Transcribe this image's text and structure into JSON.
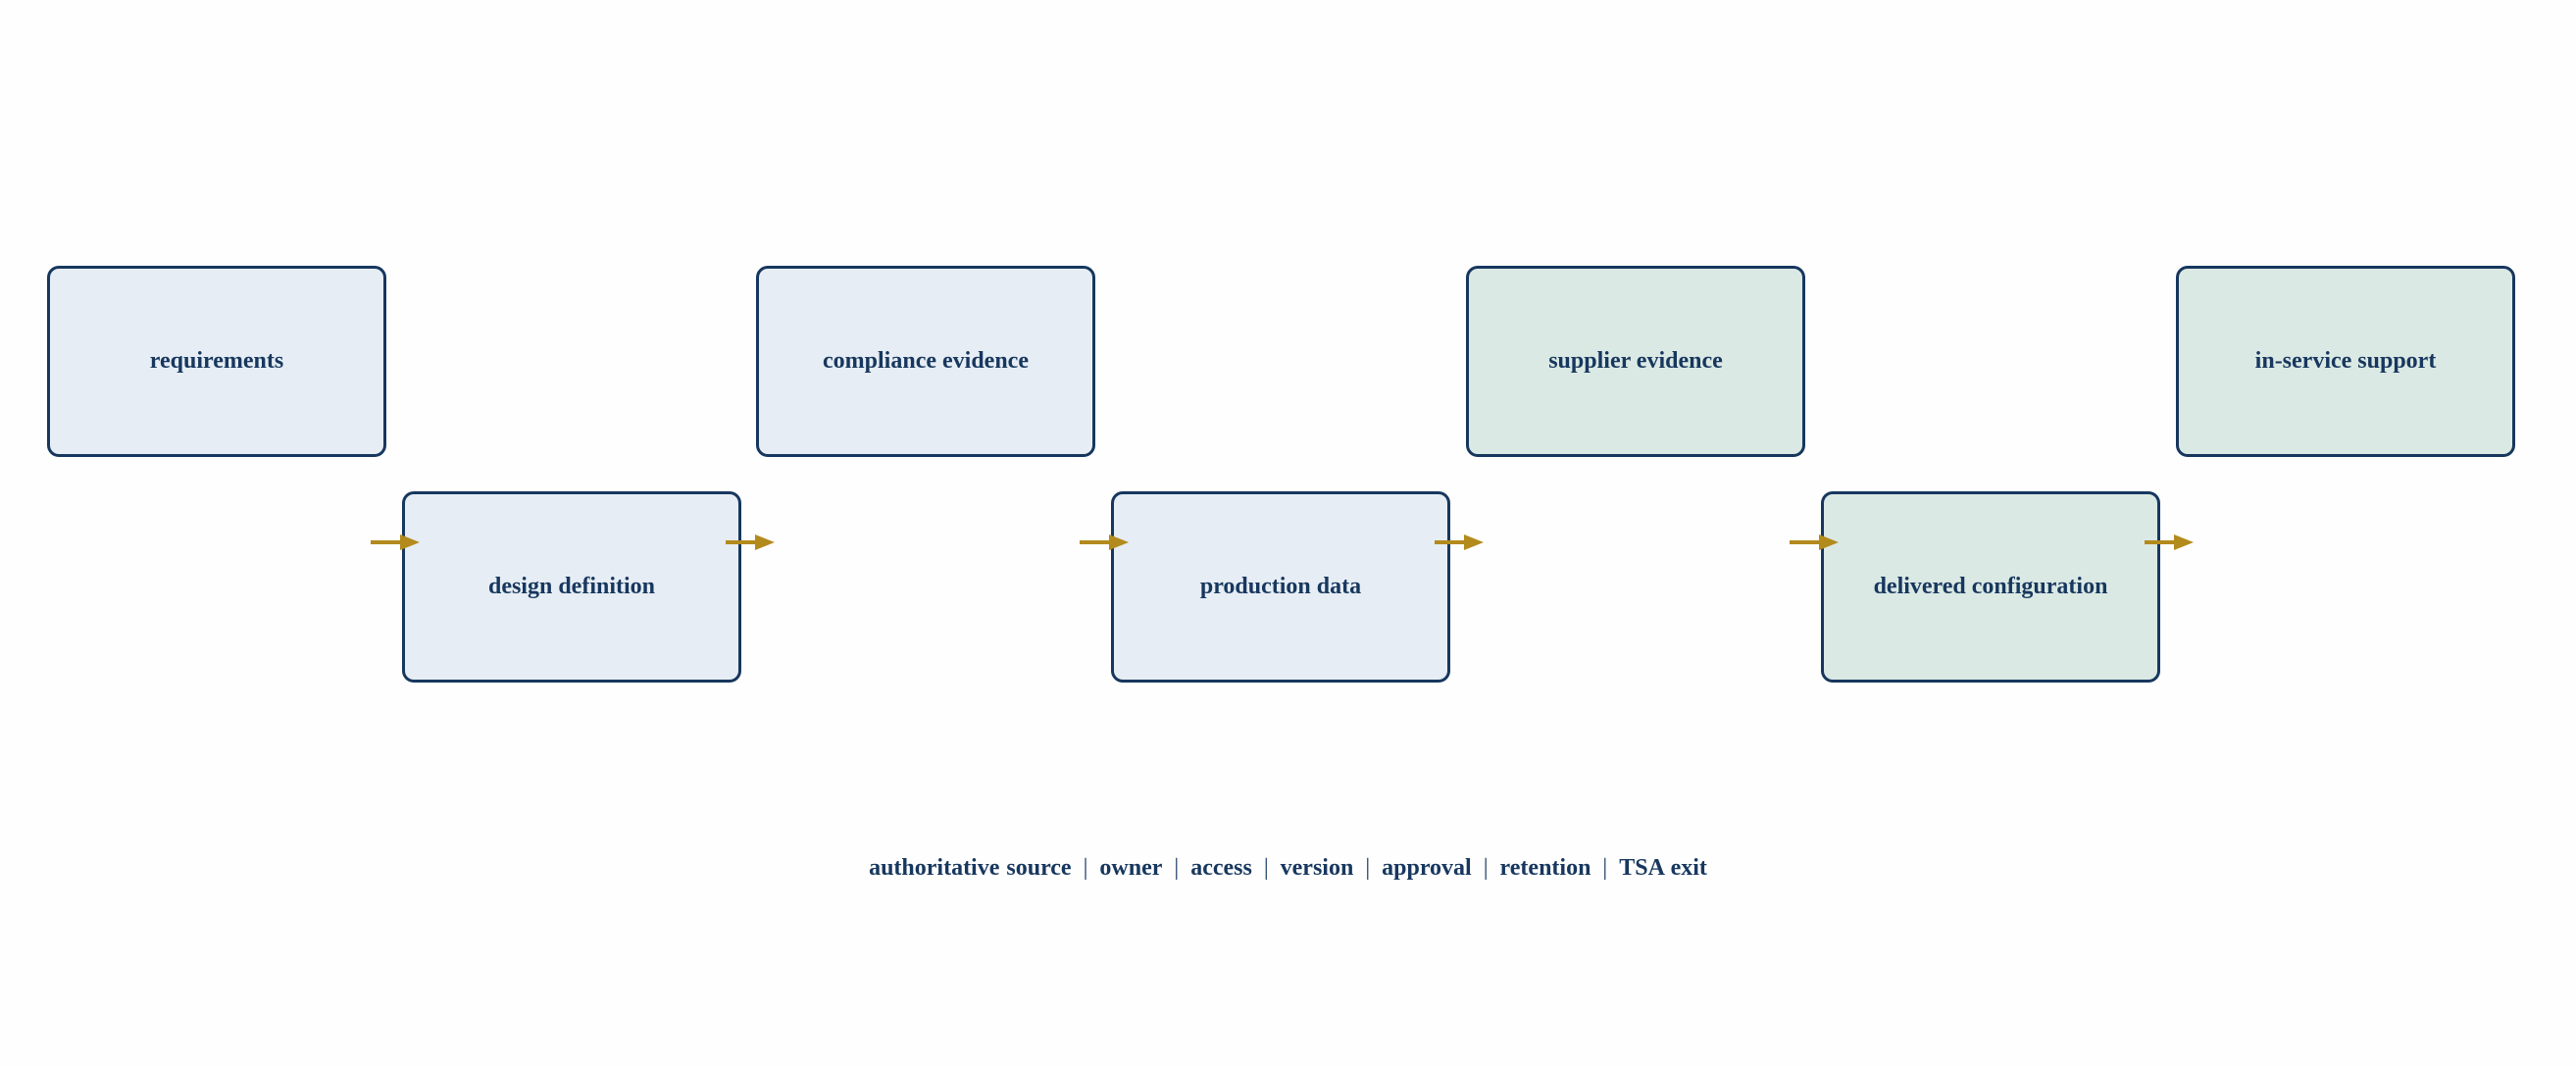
{
  "colors": {
    "border": "#17375e",
    "text": "#17375e",
    "arrow": "#b38a1c",
    "fill_blue": "#e6edf4",
    "fill_green": "#dbe9e4"
  },
  "nodes": [
    {
      "id": "requirements",
      "label": "requirements",
      "fill": "blue"
    },
    {
      "id": "design-definition",
      "label": "design definition",
      "fill": "blue"
    },
    {
      "id": "compliance-evidence",
      "label": "compliance evidence",
      "fill": "blue"
    },
    {
      "id": "production-data",
      "label": "production data",
      "fill": "blue"
    },
    {
      "id": "supplier-evidence",
      "label": "supplier evidence",
      "fill": "green"
    },
    {
      "id": "delivered-configuration",
      "label": "delivered configuration",
      "fill": "green"
    },
    {
      "id": "in-service-support",
      "label": "in-service support",
      "fill": "green"
    }
  ],
  "footer": {
    "items": [
      "authoritative source",
      "owner",
      "access",
      "version",
      "approval",
      "retention",
      "TSA exit"
    ],
    "separator": "|"
  }
}
